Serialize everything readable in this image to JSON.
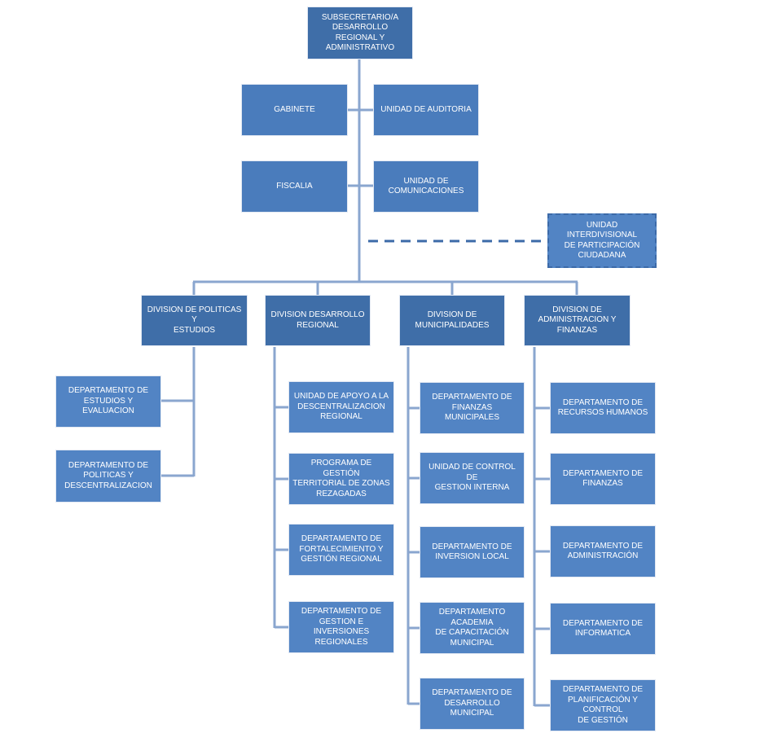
{
  "org_chart": {
    "top": {
      "subsecretario": "SUBSECRETARIO/A\nDESARROLLO REGIONAL Y\nADMINISTRATIVO"
    },
    "staff": {
      "gabinete": "GABINETE",
      "unidad_auditoria": "UNIDAD DE AUDITORIA",
      "fiscalia": "FISCALIA",
      "unidad_comunicaciones": "UNIDAD DE\nCOMUNICACIONES",
      "unidad_interdivisional": "UNIDAD INTERDIVISIONAL\nDE PARTICIPACIÓN\nCIUDADANA"
    },
    "divisions": {
      "politicas": {
        "title": "DIVISION DE POLITICAS Y\nESTUDIOS",
        "units": [
          "DEPARTAMENTO DE\nESTUDIOS Y EVALUACION",
          "DEPARTAMENTO DE\nPOLITICAS Y\nDESCENTRALIZACION"
        ]
      },
      "desarrollo_regional": {
        "title": "DIVISION DESARROLLO\nREGIONAL",
        "units": [
          "UNIDAD DE APOYO A LA\nDESCENTRALIZACION\nREGIONAL",
          "PROGRAMA DE GESTIÓN\nTERRITORIAL DE ZONAS\nREZAGADAS",
          "DEPARTAMENTO DE\nFORTALECIMIENTO Y\nGESTIÓN REGIONAL",
          "DEPARTAMENTO DE\nGESTION E INVERSIONES\nREGIONALES"
        ]
      },
      "municipalidades": {
        "title": "DIVISION DE\nMUNICIPALIDADES",
        "units": [
          "DEPARTAMENTO  DE\nFINANZAS MUNICIPALES",
          "UNIDAD DE CONTROL DE\nGESTION INTERNA",
          "DEPARTAMENTO DE\nINVERSION LOCAL",
          "DEPARTAMENTO ACADEMIA\nDE CAPACITACIÓN\nMUNICIPAL",
          "DEPARTAMENTO  DE\nDESARROLLO MUNICIPAL"
        ]
      },
      "administracion": {
        "title": "DIVISION DE\nADMINISTRACION Y\nFINANZAS",
        "units": [
          "DEPARTAMENTO DE\nRECURSOS HUMANOS",
          "DEPARTAMENTO DE\nFINANZAS",
          "DEPARTAMENTO DE\nADMINISTRACIÓN",
          "DEPARTAMENTO DE\nINFORMATICA",
          "DEPARTAMENTO DE\nPLANIFICACIÓN Y CONTROL\nDE GESTIÓN"
        ]
      }
    },
    "colors": {
      "box_dark": "#3f6ea8",
      "box_light": "#5284c4",
      "connector": "#8aa6cf",
      "dashed_connector": "#3c6aa8"
    }
  }
}
